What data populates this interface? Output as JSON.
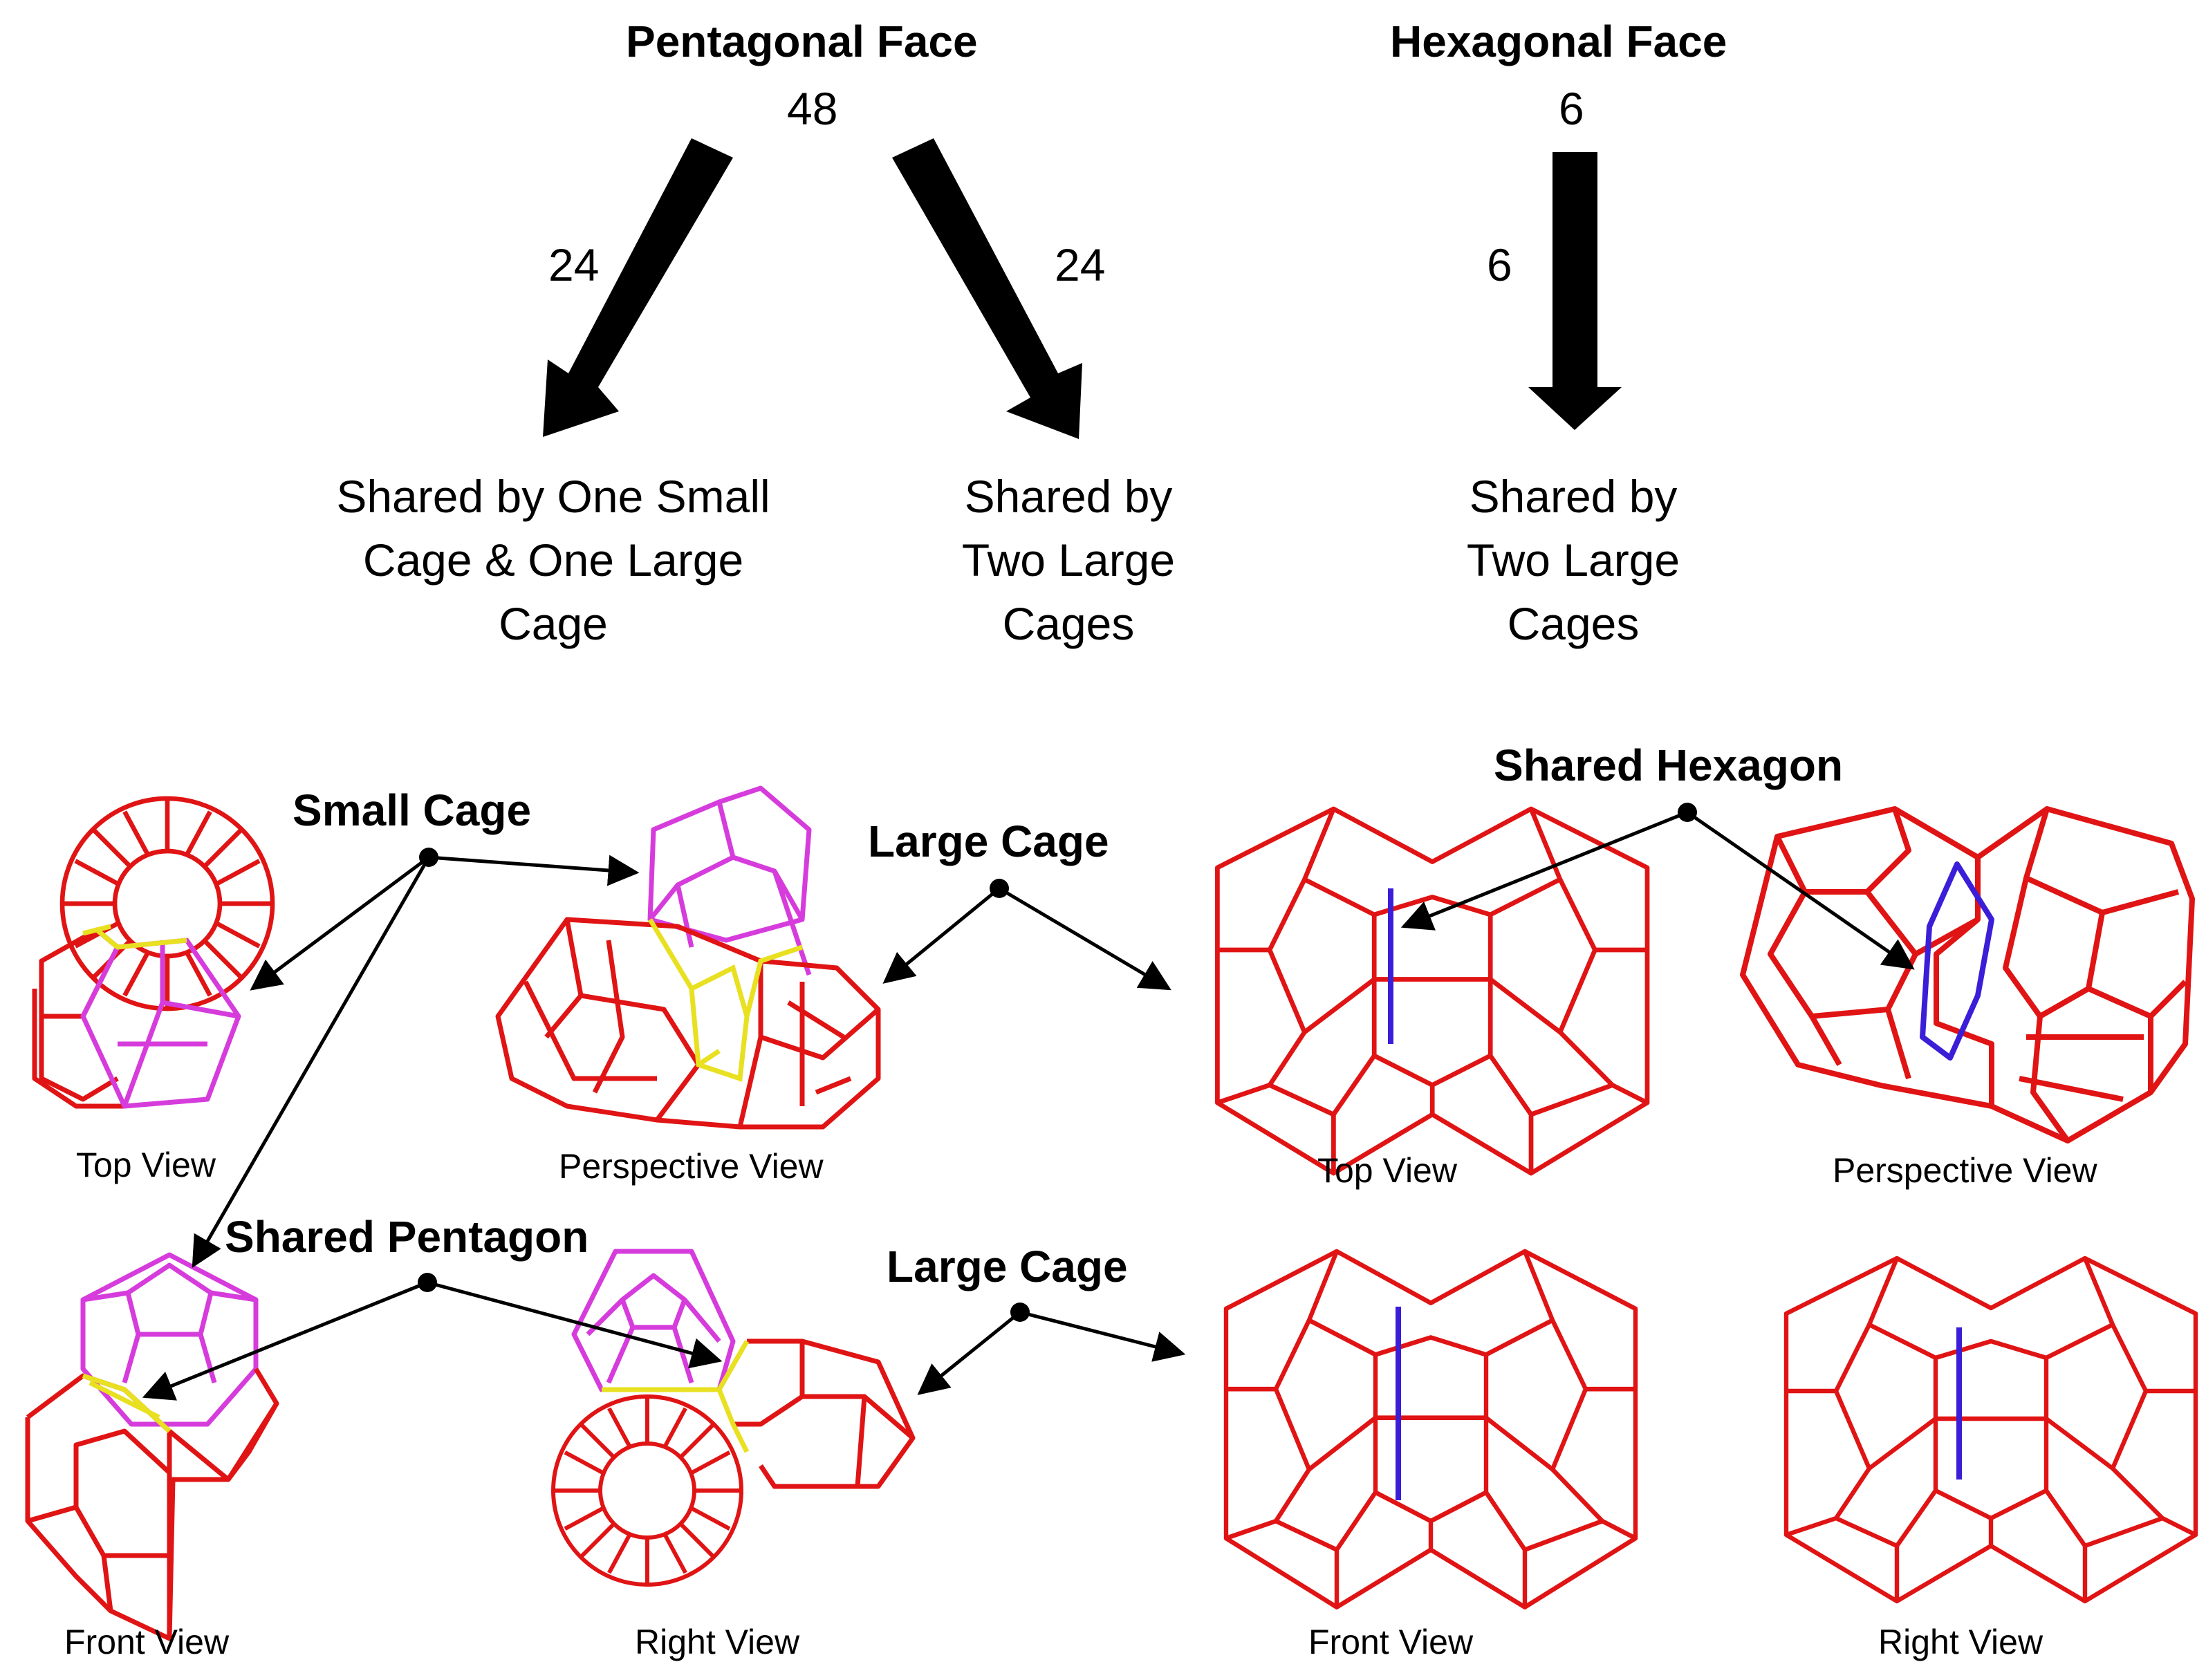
{
  "headers": {
    "pentagonal_face": "Pentagonal Face",
    "hexagonal_face": "Hexagonal Face"
  },
  "counts": {
    "pentagonal_total": "48",
    "hexagonal_total": "6",
    "left_branch": "24",
    "right_branch": "24",
    "hex_branch": "6"
  },
  "destinations": {
    "small_and_large": "Shared by One Small Cage & One Large Cage",
    "two_large_pent": "Shared by Two Large Cages",
    "two_large_hex": "Shared by Two Large Cages"
  },
  "callouts": {
    "small_cage": "Small Cage",
    "large_cage_top": "Large Cage",
    "shared_hexagon": "Shared Hexagon",
    "shared_pentagon": "Shared Pentagon",
    "large_cage_bottom": "Large Cage"
  },
  "views": {
    "small_top": "Top View",
    "small_persp": "Perspective View",
    "large_top": "Top View",
    "large_persp": "Perspective View",
    "small_front": "Front View",
    "small_right": "Right View",
    "large_front": "Front View",
    "large_right": "Right View"
  },
  "colors": {
    "cage_edge": "#e01414",
    "small_cage_edge": "#d63cdc",
    "shared_pentagon_edge": "#e8e020",
    "shared_hexagon_edge": "#3a1ed8",
    "arrow": "#000000"
  }
}
